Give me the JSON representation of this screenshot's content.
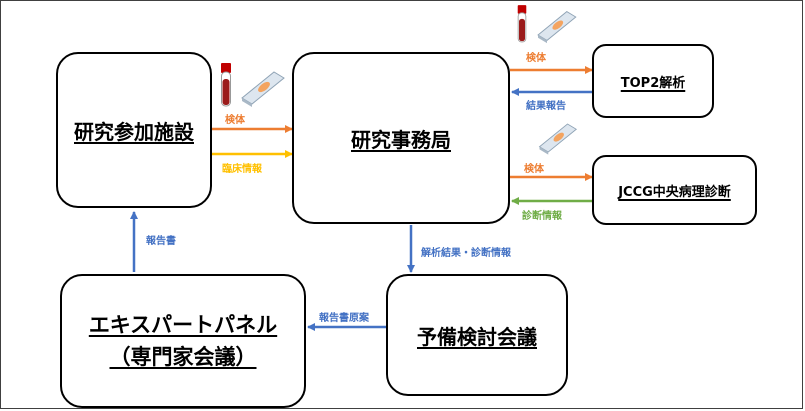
{
  "nodes": {
    "participating_facility": "研究参加施設",
    "secretariat": "研究事務局",
    "top2": "TOP2解析",
    "jccg": "JCCG中央病理診断",
    "preliminary_meeting": "予備検討会議",
    "expert_panel_line1": "エキスパートパネル",
    "expert_panel_line2": "（専門家会議）"
  },
  "labels": {
    "specimen": "検体",
    "clinical_info": "臨床情報",
    "result_report": "結果報告",
    "diagnosis_info": "診断情報",
    "analysis_diagnosis": "解析結果・診断情報",
    "draft_report": "報告書原案",
    "report": "報告書"
  },
  "colors": {
    "orange": "#ED7D31",
    "yellow": "#FFC000",
    "blue": "#4472C4",
    "green": "#70AD47"
  },
  "icons": [
    "blood-tube-icon",
    "glass-slide-icon"
  ]
}
